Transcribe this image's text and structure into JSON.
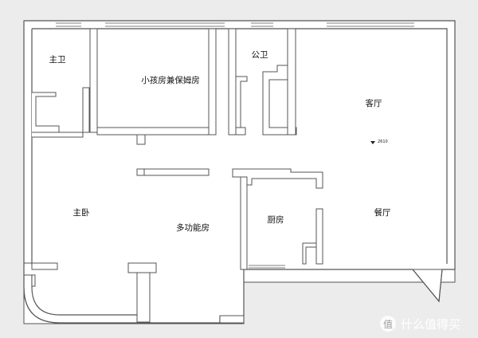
{
  "rooms": {
    "master_bath": "主卫",
    "child_room": "小孩房兼保姆房",
    "public_bath": "公卫",
    "living_room": "客厅",
    "master_bedroom": "主卧",
    "multi_room": "多功能房",
    "kitchen": "厨房",
    "dining_room": "餐厅"
  },
  "markers": {
    "height_mark": "2610"
  },
  "watermark": {
    "text": "什么值得买",
    "badge": "值"
  },
  "colors": {
    "background": "#ececec",
    "wall_fill": "#ffffff",
    "wall_stroke": "#555555"
  }
}
